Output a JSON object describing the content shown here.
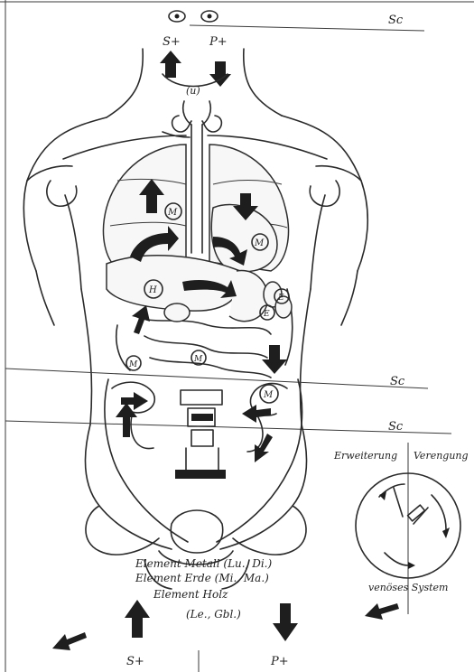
{
  "top": {
    "label_right": "Sc",
    "s_plus": "S+",
    "p_plus": "P+",
    "throat_label": "(u)"
  },
  "lines": {
    "mid_label": "Sc",
    "low_label": "Sc"
  },
  "organ_markers": {
    "m1": "M",
    "m2": "M",
    "m3": "M",
    "m4": "M",
    "m5": "M",
    "h": "H",
    "e1": "E",
    "e2": "E"
  },
  "circle_diagram": {
    "left_label": "Erweiterung",
    "right_label": "Verengung",
    "bottom_label": "venöses System"
  },
  "elements": {
    "metal": "Element Metall (Lu., Di.)",
    "earth": "Element Erde (Mi., Ma.)",
    "wood": "Element Holz",
    "wood_sub": "(Le., Gbl.)"
  },
  "bottom": {
    "s_plus": "S+",
    "p_plus": "P+"
  }
}
